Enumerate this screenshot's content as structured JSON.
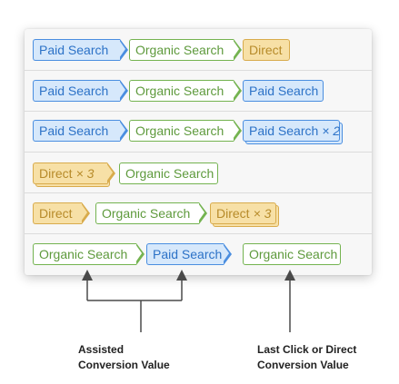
{
  "channels": {
    "paid_search": "Paid Search",
    "organic_search": "Organic Search",
    "direct": "Direct"
  },
  "paths": [
    [
      {
        "label": "Paid Search",
        "color": "blue",
        "shape": "arrow"
      },
      {
        "label": "Organic Search",
        "color": "green",
        "shape": "arrow"
      },
      {
        "label": "Direct",
        "color": "gold",
        "shape": "rounded"
      }
    ],
    [
      {
        "label": "Paid Search",
        "color": "blue",
        "shape": "arrow"
      },
      {
        "label": "Organic Search",
        "color": "green",
        "shape": "arrow"
      },
      {
        "label": "Paid Search",
        "color": "blue",
        "shape": "rounded"
      }
    ],
    [
      {
        "label": "Paid Search",
        "color": "blue",
        "shape": "arrow"
      },
      {
        "label": "Organic Search",
        "color": "green",
        "shape": "arrow"
      },
      {
        "label": "Paid Search",
        "color": "blue",
        "shape": "rounded",
        "stacked": true,
        "multiplier": "× 2"
      }
    ],
    [
      {
        "label": "Direct",
        "color": "gold",
        "shape": "arrow",
        "stacked": true,
        "multiplier": "× 3"
      },
      {
        "label": "Organic Search",
        "color": "green",
        "shape": "rounded"
      }
    ],
    [
      {
        "label": "Direct",
        "color": "gold",
        "shape": "arrow"
      },
      {
        "label": "Organic Search",
        "color": "green",
        "shape": "arrow"
      },
      {
        "label": "Direct",
        "color": "gold",
        "shape": "rounded",
        "stacked": true,
        "multiplier": "× 3"
      }
    ],
    [
      {
        "label": "Organic Search",
        "color": "green",
        "shape": "arrow"
      },
      {
        "label": "Paid Search",
        "color": "blue",
        "shape": "arrow"
      },
      {
        "label": "Organic Search",
        "color": "green",
        "shape": "rounded"
      }
    ]
  ],
  "captions": {
    "assisted": [
      "Assisted",
      "Conversion Value"
    ],
    "last_click": [
      "Last Click or Direct",
      "Conversion Value"
    ]
  },
  "colors": {
    "blue_fill": "#d6e8fb",
    "blue_border": "#4a8ee0",
    "blue_text": "#2c72c7",
    "green_fill": "#ffffff",
    "green_border": "#74b350",
    "green_text": "#5e9a3c",
    "gold_fill": "#f7e0a6",
    "gold_border": "#d8ab4c",
    "gold_text": "#b78b2a",
    "connector": "#4a4a4a"
  }
}
